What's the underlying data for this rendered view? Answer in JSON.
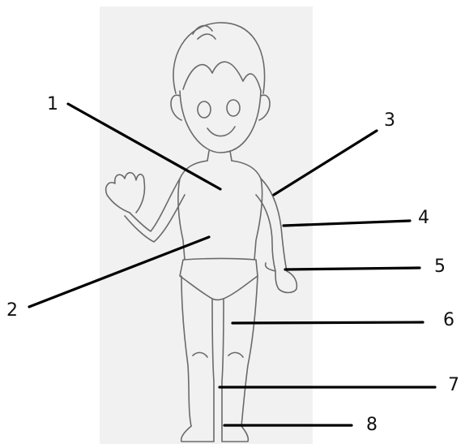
{
  "diagram": {
    "labels": [
      {
        "id": "label-1",
        "text": "1"
      },
      {
        "id": "label-2",
        "text": "2"
      },
      {
        "id": "label-3",
        "text": "3"
      },
      {
        "id": "label-4",
        "text": "4"
      },
      {
        "id": "label-5",
        "text": "5"
      },
      {
        "id": "label-6",
        "text": "6"
      },
      {
        "id": "label-7",
        "text": "7"
      },
      {
        "id": "label-8",
        "text": "8"
      }
    ]
  }
}
